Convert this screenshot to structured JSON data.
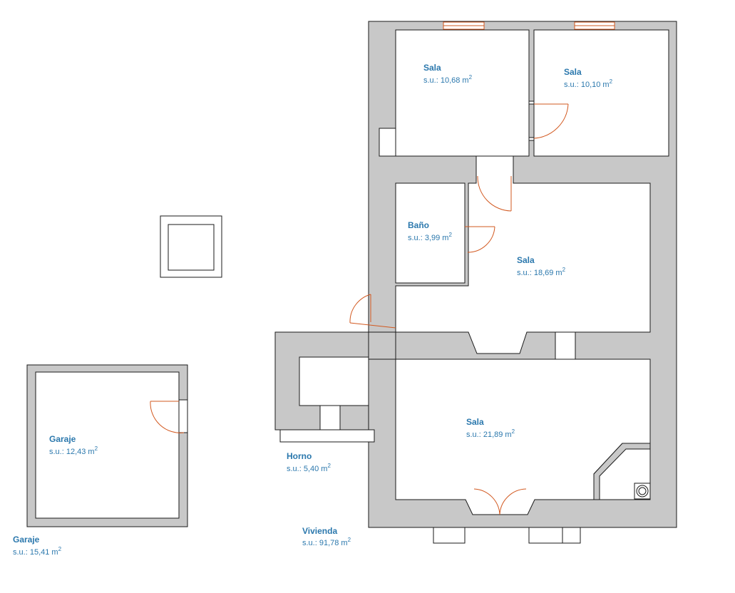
{
  "labels": {
    "sala_top_left": {
      "name": "Sala",
      "area": "s.u.: 10,68 m",
      "sup": "2"
    },
    "sala_top_right": {
      "name": "Sala",
      "area": "s.u.: 10,10 m",
      "sup": "2"
    },
    "bano": {
      "name": "Baño",
      "area": "s.u.: 3,99 m",
      "sup": "2"
    },
    "sala_middle": {
      "name": "Sala",
      "area": "s.u.: 18,69 m",
      "sup": "2"
    },
    "sala_bottom": {
      "name": "Sala",
      "area": "s.u.: 21,89 m",
      "sup": "2"
    },
    "horno": {
      "name": "Horno",
      "area": "s.u.: 5,40 m",
      "sup": "2"
    },
    "garaje_room": {
      "name": "Garaje",
      "area": "s.u.: 12,43 m",
      "sup": "2"
    },
    "garaje_total": {
      "name": "Garaje",
      "area": "s.u.: 15,41 m",
      "sup": "2"
    },
    "vivienda_total": {
      "name": "Vivienda",
      "area": "s.u.: 91,78 m",
      "sup": "2"
    }
  },
  "colors": {
    "wall_fill": "#c8c8c8",
    "outline": "#1a1a1a",
    "door_arc": "#d2581f",
    "label_text": "#2b78ad"
  }
}
